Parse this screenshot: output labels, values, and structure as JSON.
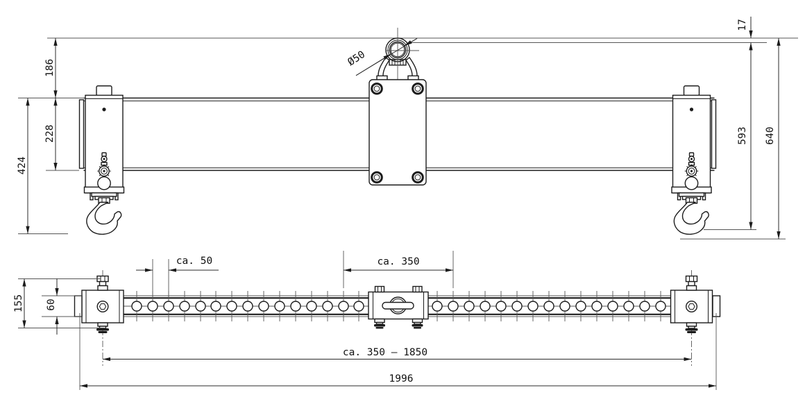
{
  "style": {
    "ink": "#1c1c1c",
    "thin_line": "#555555",
    "background": "#ffffff"
  },
  "front_view": {
    "dims": {
      "eye_top_to_beam_top": "186",
      "beam_height": "228",
      "beam_top_to_hook_saddle": "424",
      "top_gap": "17",
      "inner_height": "593",
      "total_height": "640",
      "eye_diameter": "Ø50"
    }
  },
  "plan_view": {
    "dims": {
      "end_block_height": "155",
      "beam_width": "60",
      "hole_pitch": "ca. 50",
      "clamp_span": "ca. 350",
      "hook_adjust_range": "ca. 350 – 1850",
      "overall_length": "1996"
    }
  }
}
